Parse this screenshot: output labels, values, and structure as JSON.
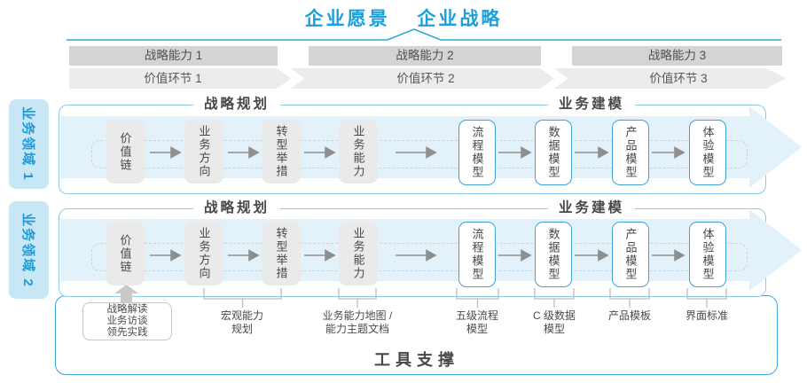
{
  "header": {
    "vision": "企业愿景",
    "strategy": "企业战略"
  },
  "capabilities": {
    "items": [
      {
        "label": "战略能力 1"
      },
      {
        "label": "战略能力 2"
      },
      {
        "label": "战略能力 3"
      }
    ]
  },
  "value_links": {
    "items": [
      {
        "label": "价值环节 1"
      },
      {
        "label": "价值环节 2"
      },
      {
        "label": "价值环节 3"
      }
    ]
  },
  "domains": {
    "items": [
      {
        "label": "业务领域 1"
      },
      {
        "label": "业务领域 2"
      }
    ]
  },
  "rows": [
    {
      "planning_header": "战略规划",
      "modeling_header": "业务建模",
      "boxes": [
        {
          "label": "价值链"
        },
        {
          "label": "业务方向"
        },
        {
          "label": "转型举措"
        },
        {
          "label": "业务能力"
        },
        {
          "label": "流程模型"
        },
        {
          "label": "数据模型"
        },
        {
          "label": "产品模型"
        },
        {
          "label": "体验模型"
        }
      ]
    },
    {
      "planning_header": "战略规划",
      "modeling_header": "业务建模",
      "boxes": [
        {
          "label": "价值链"
        },
        {
          "label": "业务方向"
        },
        {
          "label": "转型举措"
        },
        {
          "label": "业务能力"
        },
        {
          "label": "流程模型"
        },
        {
          "label": "数据模型"
        },
        {
          "label": "产品模型"
        },
        {
          "label": "体验模型"
        }
      ]
    }
  ],
  "foundation": {
    "input_box": "战略解读\n业务访谈\n领先实践",
    "deliverables": [
      {
        "label": "宏观能力\n规划"
      },
      {
        "label": "业务能力地图 /\n能力主题文档"
      },
      {
        "label": "五级流程\n模型"
      },
      {
        "label": "C 级数据\n模型"
      },
      {
        "label": "产品模板"
      },
      {
        "label": "界面标准"
      }
    ]
  },
  "footer": {
    "title": "工具支撑"
  },
  "colors": {
    "accent_blue": "#1b9fd9",
    "line_blue": "#2aa9e0",
    "light_arrow_fill": "#e3f1fa",
    "bar_gray": "#d4d4d4",
    "band_gray": "#ececec",
    "box_gray": "#eaeaea",
    "box_blue_border": "#41a2d7",
    "container_border": "#8ccbea",
    "outer_border": "#3ea6da",
    "domain_fill": "#c7e6f6"
  }
}
